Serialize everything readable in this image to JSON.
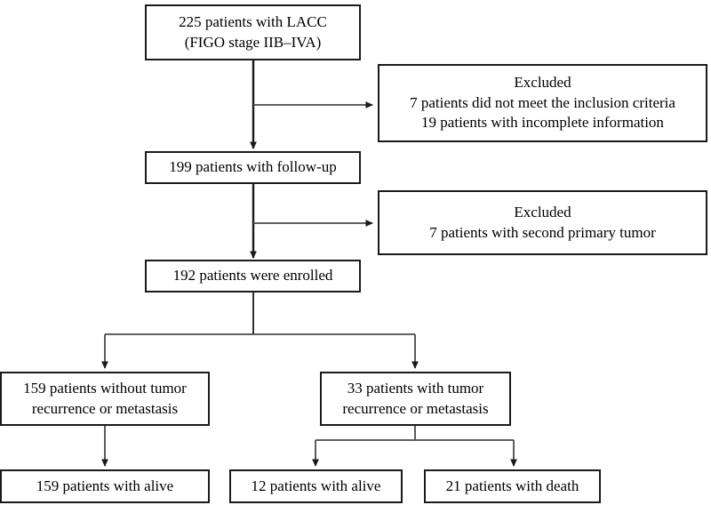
{
  "diagram": {
    "type": "flowchart",
    "title": "Patient enrollment flow diagram",
    "colors": {
      "border": "#1a1a1a",
      "background": "#ffffff",
      "text": "#000000",
      "connector": "#333333"
    },
    "nodes": {
      "enrollment_source": {
        "id": "enrollment-source",
        "lines": [
          "225 patients with LACC",
          "(FIGO stage IIB–IVA)"
        ]
      },
      "excluded_one": {
        "id": "excluded-one",
        "lines": [
          "Excluded",
          "7 patients did not meet the inclusion criteria",
          "19 patients with incomplete information"
        ]
      },
      "followup": {
        "id": "followup",
        "lines": [
          "199 patients with follow-up"
        ]
      },
      "excluded_two": {
        "id": "excluded-two",
        "lines": [
          "Excluded",
          "7 patients with second primary tumor"
        ]
      },
      "enrolled": {
        "id": "enrolled",
        "lines": [
          "192 patients were enrolled"
        ]
      },
      "no_recurrence": {
        "id": "no-recurrence",
        "lines": [
          "159 patients without tumor",
          "recurrence or metastasis"
        ]
      },
      "recurrence": {
        "id": "recurrence",
        "lines": [
          "33 patients with tumor",
          "recurrence or metastasis"
        ]
      },
      "alive_no_recurrence": {
        "id": "alive-no-recurrence",
        "lines": [
          "159 patients with alive"
        ]
      },
      "alive_recurrence": {
        "id": "alive-recurrence",
        "lines": [
          "12 patients with alive"
        ]
      },
      "death_recurrence": {
        "id": "death-recurrence",
        "lines": [
          "21 patients with death"
        ]
      }
    },
    "chart_data": {
      "type": "flow",
      "counts": {
        "screened": 225,
        "excluded_no_inclusion_criteria": 7,
        "excluded_incomplete_information": 19,
        "with_followup": 199,
        "excluded_second_primary_tumor": 7,
        "enrolled": 192,
        "without_recurrence_or_metastasis": 159,
        "with_recurrence_or_metastasis": 33,
        "alive_without_recurrence": 159,
        "alive_with_recurrence": 12,
        "death_with_recurrence": 21
      },
      "figo_stage": "IIB–IVA",
      "disease": "LACC"
    }
  }
}
